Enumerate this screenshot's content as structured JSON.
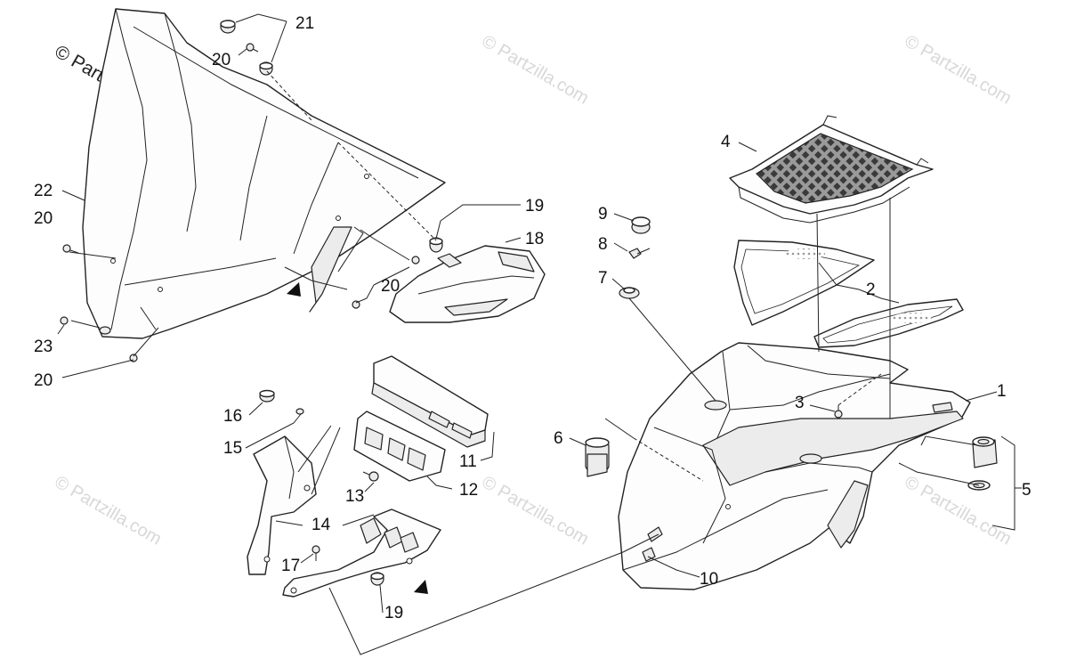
{
  "watermark": {
    "main": "© Partzilla.com",
    "faint": "© Partzilla.com"
  },
  "callouts": {
    "c1": "1",
    "c2": "2",
    "c3": "3",
    "c4": "4",
    "c5": "5",
    "c6": "6",
    "c7": "7",
    "c8": "8",
    "c9": "9",
    "c10": "10",
    "c11": "11",
    "c12": "12",
    "c13": "13",
    "c14": "14",
    "c15": "15",
    "c16": "16",
    "c17": "17",
    "c18": "18",
    "c19a": "19",
    "c19b": "19",
    "c20a": "20",
    "c20b": "20",
    "c20c": "20",
    "c20d": "20",
    "c21": "21",
    "c22": "22",
    "c23": "23"
  }
}
